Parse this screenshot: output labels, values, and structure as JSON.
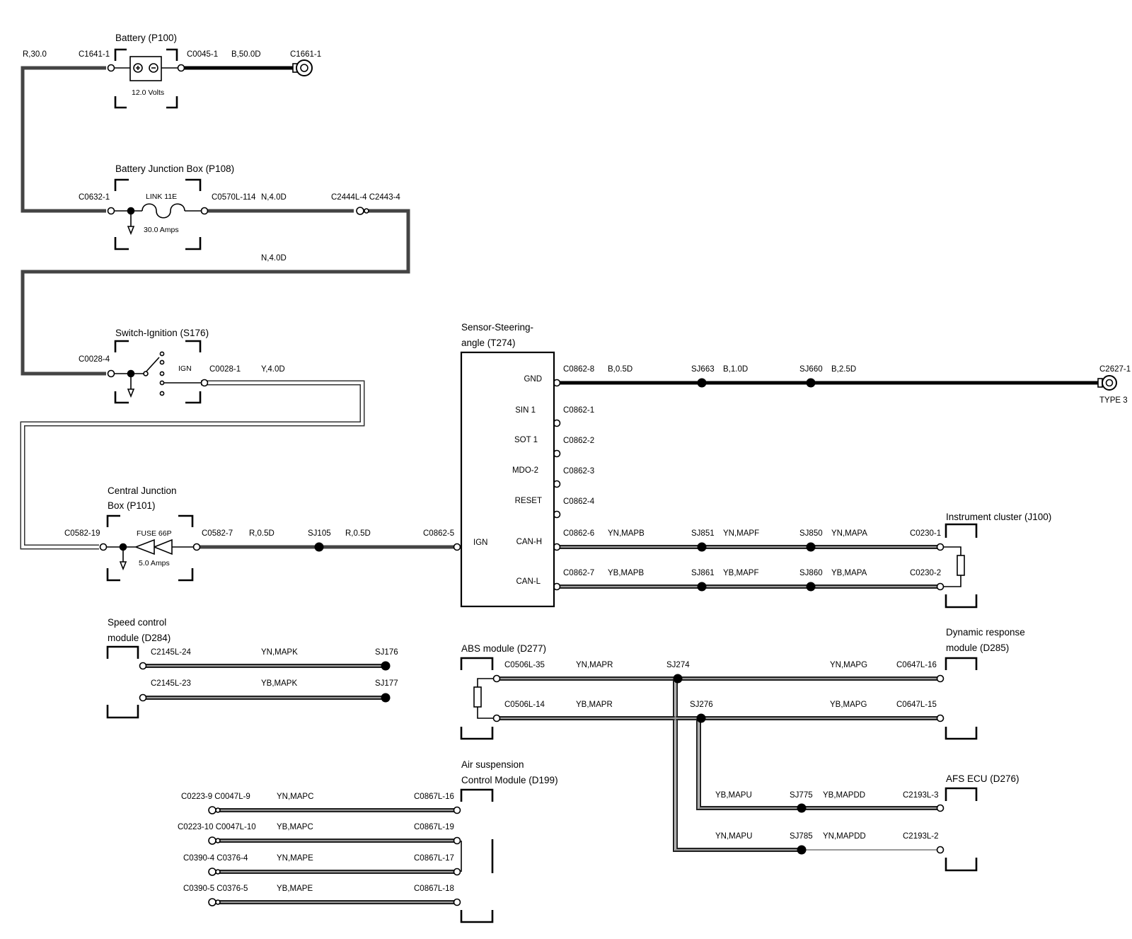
{
  "components": {
    "battery": {
      "title": "Battery (P100)",
      "rating": "12.0 Volts"
    },
    "bjb": {
      "title": "Battery Junction Box (P108)",
      "fuse": "LINK 11E",
      "rating": "30.0 Amps"
    },
    "ignition": {
      "title": "Switch-Ignition (S176)",
      "pos": "IGN"
    },
    "cjb": {
      "title1": "Central Junction",
      "title2": "Box (P101)",
      "fuse": "FUSE 66P",
      "rating": "5.0 Amps"
    },
    "sensor": {
      "title1": "Sensor-Steering-",
      "title2": "angle (T274)",
      "pins": [
        "GND",
        "SIN 1",
        "SOT 1",
        "MDO-2",
        "RESET",
        "CAN-H",
        "CAN-L"
      ],
      "ign": "IGN"
    },
    "cluster": {
      "title": "Instrument cluster (J100)"
    },
    "speed": {
      "title1": "Speed control",
      "title2": "module (D284)"
    },
    "abs": {
      "title": "ABS module (D277)"
    },
    "dynamic": {
      "title1": "Dynamic response",
      "title2": "module (D285)"
    },
    "air": {
      "title1": "Air suspension",
      "title2": "Control Module (D199)"
    },
    "afs": {
      "title": "AFS ECU (D276)"
    },
    "ground": {
      "type": "TYPE 3"
    }
  },
  "labels": {
    "r30": "R,30.0",
    "c1641": "C1641-1",
    "c0045": "C0045-1",
    "b50": "B,50.0D",
    "c1661": "C1661-1",
    "c0632": "C0632-1",
    "c0570": "C0570L-114",
    "n4a": "N,4.0D",
    "c2444": "C2444L-4 C2443-4",
    "n4b": "N,4.0D",
    "c0028_4": "C0028-4",
    "c0028_1": "C0028-1",
    "y4": "Y,4.0D",
    "c0582_19": "C0582-19",
    "c0582_7": "C0582-7",
    "r05a": "R,0.5D",
    "sj105": "SJ105",
    "r05b": "R,0.5D",
    "c0862_5": "C0862-5",
    "c0862_8": "C0862-8",
    "b05": "B,0.5D",
    "sj663": "SJ663",
    "b10": "B,1.0D",
    "sj660": "SJ660",
    "b25": "B,2.5D",
    "c2627": "C2627-1",
    "c0862_1": "C0862-1",
    "c0862_2": "C0862-2",
    "c0862_3": "C0862-3",
    "c0862_4": "C0862-4",
    "c0862_6": "C0862-6",
    "ynmapb": "YN,MAPB",
    "sj851": "SJ851",
    "ynmapf": "YN,MAPF",
    "sj850": "SJ850",
    "ynmapa": "YN,MAPA",
    "c0230_1": "C0230-1",
    "c0862_7": "C0862-7",
    "ybmapb": "YB,MAPB",
    "sj861": "SJ861",
    "ybmapf": "YB,MAPF",
    "sj860": "SJ860",
    "ybmapa": "YB,MAPA",
    "c0230_2": "C0230-2",
    "c2145_24": "C2145L-24",
    "ynmapk": "YN,MAPK",
    "sj176": "SJ176",
    "c2145_23": "C2145L-23",
    "ybmapk": "YB,MAPK",
    "sj177": "SJ177",
    "c0506_35": "C0506L-35",
    "ynmapr": "YN,MAPR",
    "sj274": "SJ274",
    "ynmapg": "YN,MAPG",
    "c0647_16": "C0647L-16",
    "c0506_14": "C0506L-14",
    "ybmapr": "YB,MAPR",
    "sj276": "SJ276",
    "ybmapg": "YB,MAPG",
    "c0647_15": "C0647L-15",
    "ybmapu": "YB,MAPU",
    "sj775": "SJ775",
    "ybmapdd": "YB,MAPDD",
    "c2193_3": "C2193L-3",
    "ynmapu": "YN,MAPU",
    "sj785": "SJ785",
    "ynmapdd": "YN,MAPDD",
    "c2193_2": "C2193L-2",
    "c0223_9": "C0223-9 C0047L-9",
    "ynmapc": "YN,MAPC",
    "c0867_16": "C0867L-16",
    "c0223_10": "C0223-10 C0047L-10",
    "ybmapc": "YB,MAPC",
    "c0867_19": "C0867L-19",
    "c0390_4": "C0390-4 C0376-4",
    "ynmape": "YN,MAPE",
    "c0867_17": "C0867L-17",
    "c0390_5": "C0390-5 C0376-5",
    "ybmape": "YB,MAPE",
    "c0867_18": "C0867L-18"
  },
  "colors": {
    "ink": "#000000",
    "wire_dark": "#444444",
    "wire_light": "#aaaaaa",
    "background": "#ffffff"
  }
}
